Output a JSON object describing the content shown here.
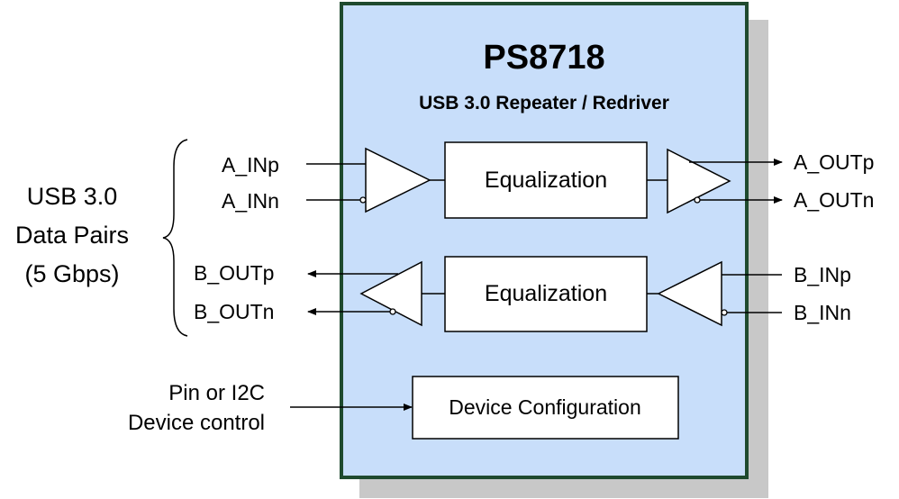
{
  "chip": {
    "part_number": "PS8718",
    "description": "USB 3.0 Repeater / Redriver",
    "body_color": "#c8defa",
    "border_color": "#1f4a2e",
    "shadow_color": "#c8c8c8"
  },
  "group_label": {
    "line1": "USB 3.0",
    "line2": "Data Pairs",
    "line3": "(5 Gbps)"
  },
  "channel_a": {
    "in_p": "A_INp",
    "in_n": "A_INn",
    "out_p": "A_OUTp",
    "out_n": "A_OUTn",
    "block": "Equalization"
  },
  "channel_b": {
    "out_p": "B_OUTp",
    "out_n": "B_OUTn",
    "in_p": "B_INp",
    "in_n": "B_INn",
    "block": "Equalization"
  },
  "config": {
    "block": "Device Configuration",
    "control_line1": "Pin or I2C",
    "control_line2": "Device control"
  }
}
